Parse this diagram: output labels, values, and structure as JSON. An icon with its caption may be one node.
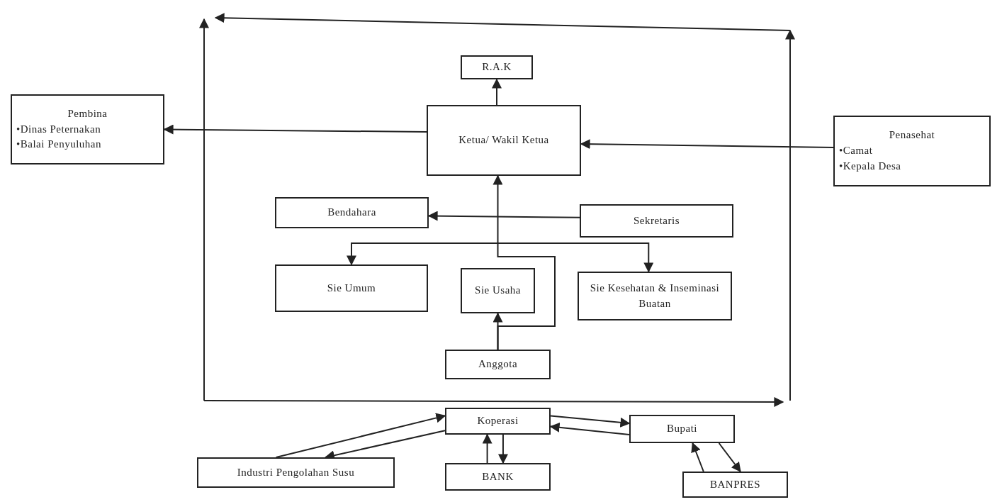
{
  "diagram": {
    "nodes": [
      {
        "text": [],
        "shape": "box"
      },
      {
        "text": [
          "R.A.K"
        ],
        "in": 0
      },
      {
        "text": [
          "Ketua/ Wakil Ketua"
        ],
        "in": 0
      },
      {
        "text": [
          "Bendahara"
        ],
        "in": 0
      },
      {
        "text": [
          "Sekretaris"
        ],
        "in": 0
      },
      {
        "text": [
          "Sie Umum"
        ],
        "in": 0
      },
      {
        "text": [
          "Sie Usaha"
        ],
        "in": 0
      },
      {
        "text": [
          "Sie Kesehatan & Inseminasi Buatan"
        ],
        "in": 0
      },
      {
        "text": [
          "Anggota"
        ],
        "in": 0
      },
      {
        "text": [
          "Pembina",
          "•Dinas Peternakan",
          "•Balai Penyuluhan"
        ]
      },
      {
        "text": [
          "Penasehat",
          "•Camat",
          "•Kepala Desa"
        ]
      },
      {
        "text": [
          "Koperasi"
        ]
      },
      {
        "text": [
          "Bupati"
        ]
      },
      {
        "text": [
          "Industri Pengolahan Susu"
        ]
      },
      {
        "text": [
          "BANK"
        ]
      },
      {
        "text": [
          "BANPRES"
        ]
      }
    ],
    "edges": [
      {
        "from": 2,
        "to": 1,
        "arrow": "to"
      },
      {
        "from": 2,
        "to": 9,
        "arrow": "to"
      },
      {
        "from": 10,
        "to": 2,
        "arrow": "to"
      },
      {
        "from": 4,
        "to": 3,
        "arrow": "to"
      },
      {
        "from": 8,
        "to": 6,
        "arrow": "to"
      },
      {
        "from": 8,
        "to": 2,
        "arrow": "to"
      },
      {
        "from": 7,
        "to": 5,
        "arrow": "both"
      },
      {
        "from": 13,
        "to": 11,
        "arrow": "to"
      },
      {
        "from": 11,
        "to": 13,
        "arrow": "to"
      },
      {
        "from": 11,
        "to": 12,
        "arrow": "to"
      },
      {
        "from": 12,
        "to": 11,
        "arrow": "to"
      },
      {
        "from": 14,
        "to": 11,
        "arrow": "to"
      },
      {
        "from": 11,
        "to": 14,
        "arrow": "to"
      },
      {
        "from": 15,
        "to": 12,
        "arrow": "to"
      },
      {
        "from": 12,
        "to": 15,
        "arrow": "to"
      }
    ]
  }
}
